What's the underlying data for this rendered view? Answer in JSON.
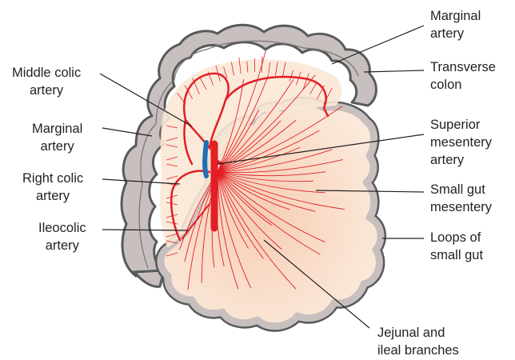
{
  "labels": {
    "marginal_artery_top": [
      "Marginal",
      "artery"
    ],
    "transverse_colon": [
      "Transverse",
      "colon"
    ],
    "superior_mesentery_artery": [
      "Superior",
      "mesentery",
      "artery"
    ],
    "small_gut_mesentery": [
      "Small gut",
      "mesentery"
    ],
    "loops_of_small_gut": [
      "Loops of",
      "small gut"
    ],
    "jejunal_ileal_branches": [
      "Jejunal and",
      "ileal branches"
    ],
    "middle_colic_artery": [
      "Middle colic",
      "artery"
    ],
    "marginal_artery_left": [
      "Marginal",
      "artery"
    ],
    "right_colic_artery": [
      "Right colic",
      "artery"
    ],
    "ileocolic_artery": [
      "Ileocolic",
      "artery"
    ]
  },
  "colors": {
    "colon_fill": "#c8c0bf",
    "colon_outline": "#58595b",
    "mesentery_fill": "#fbe3cf",
    "artery_red": "#e31e24",
    "vein_blue": "#1f6fb4",
    "leader_line": "#231f20"
  }
}
